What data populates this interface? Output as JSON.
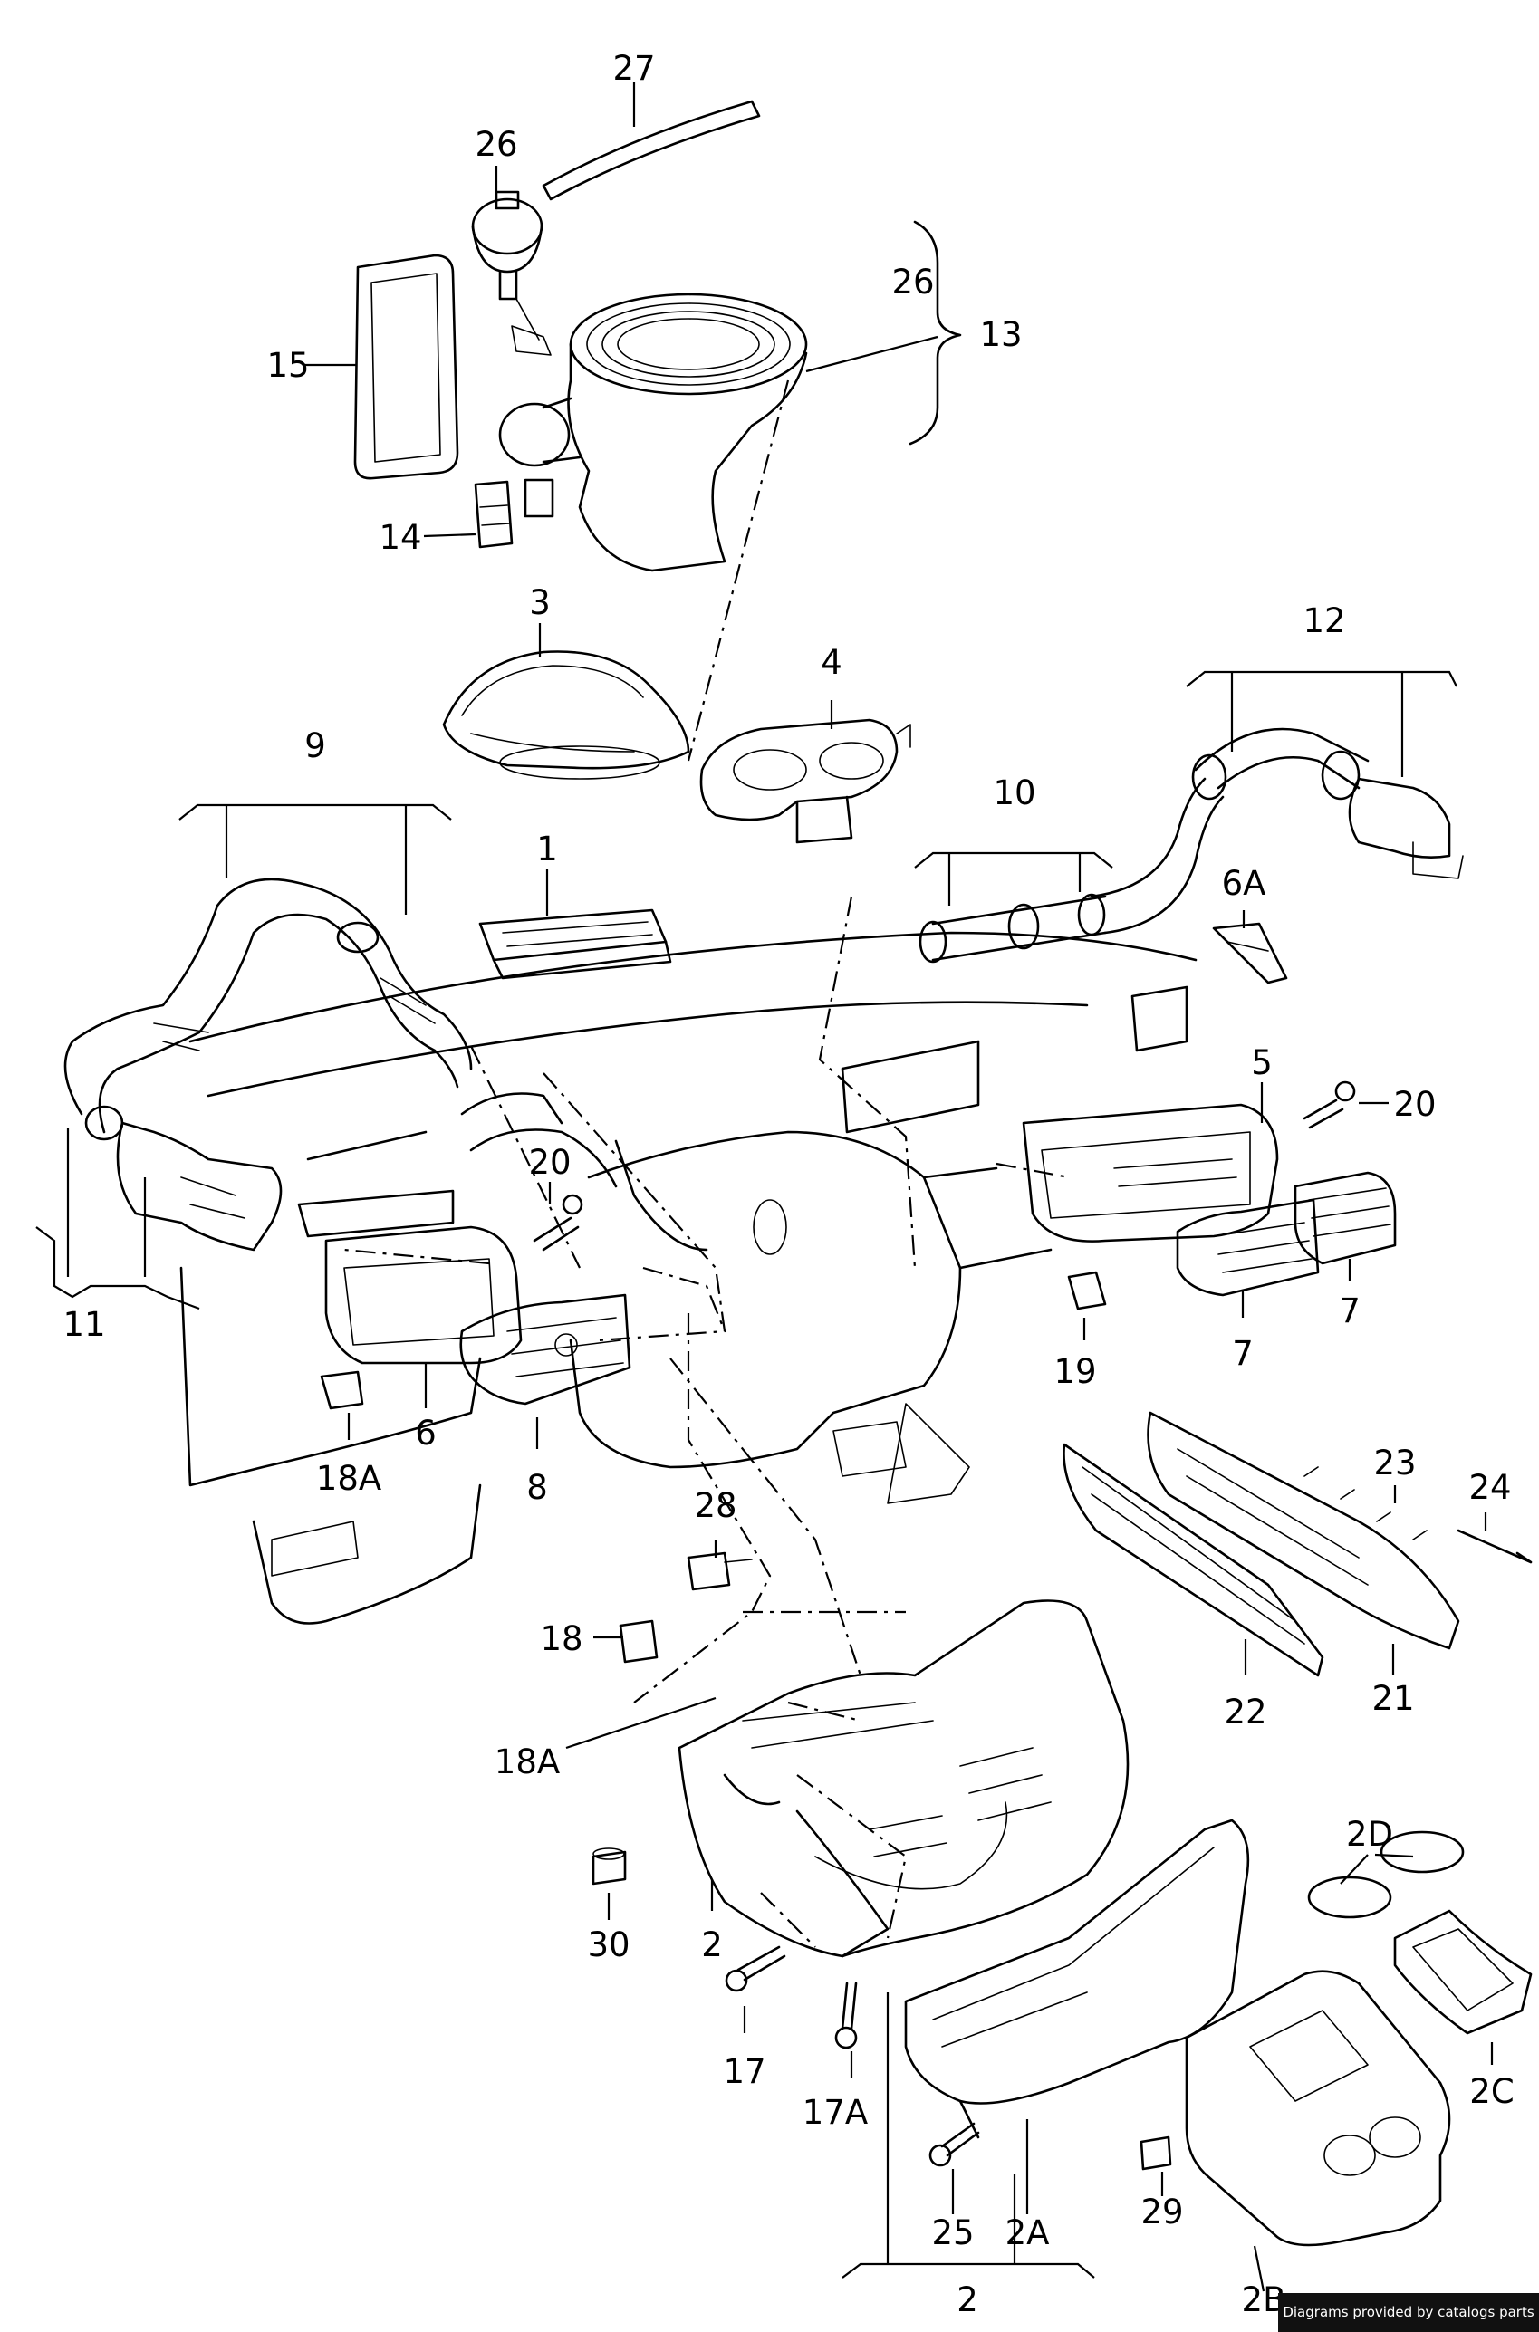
{
  "callouts": [
    "27",
    "26",
    "26",
    "13",
    "15",
    "14",
    "3",
    "4",
    "12",
    "9",
    "10",
    "1",
    "6A",
    "5",
    "20",
    "20",
    "11",
    "18A",
    "6",
    "8",
    "19",
    "7",
    "7",
    "28",
    "18",
    "18A",
    "23",
    "24",
    "22",
    "21",
    "2D",
    "30",
    "2",
    "17",
    "17A",
    "2C",
    "25",
    "2A",
    "29",
    "2",
    "2B"
  ],
  "credit": "Diagrams provided by catalogs parts"
}
